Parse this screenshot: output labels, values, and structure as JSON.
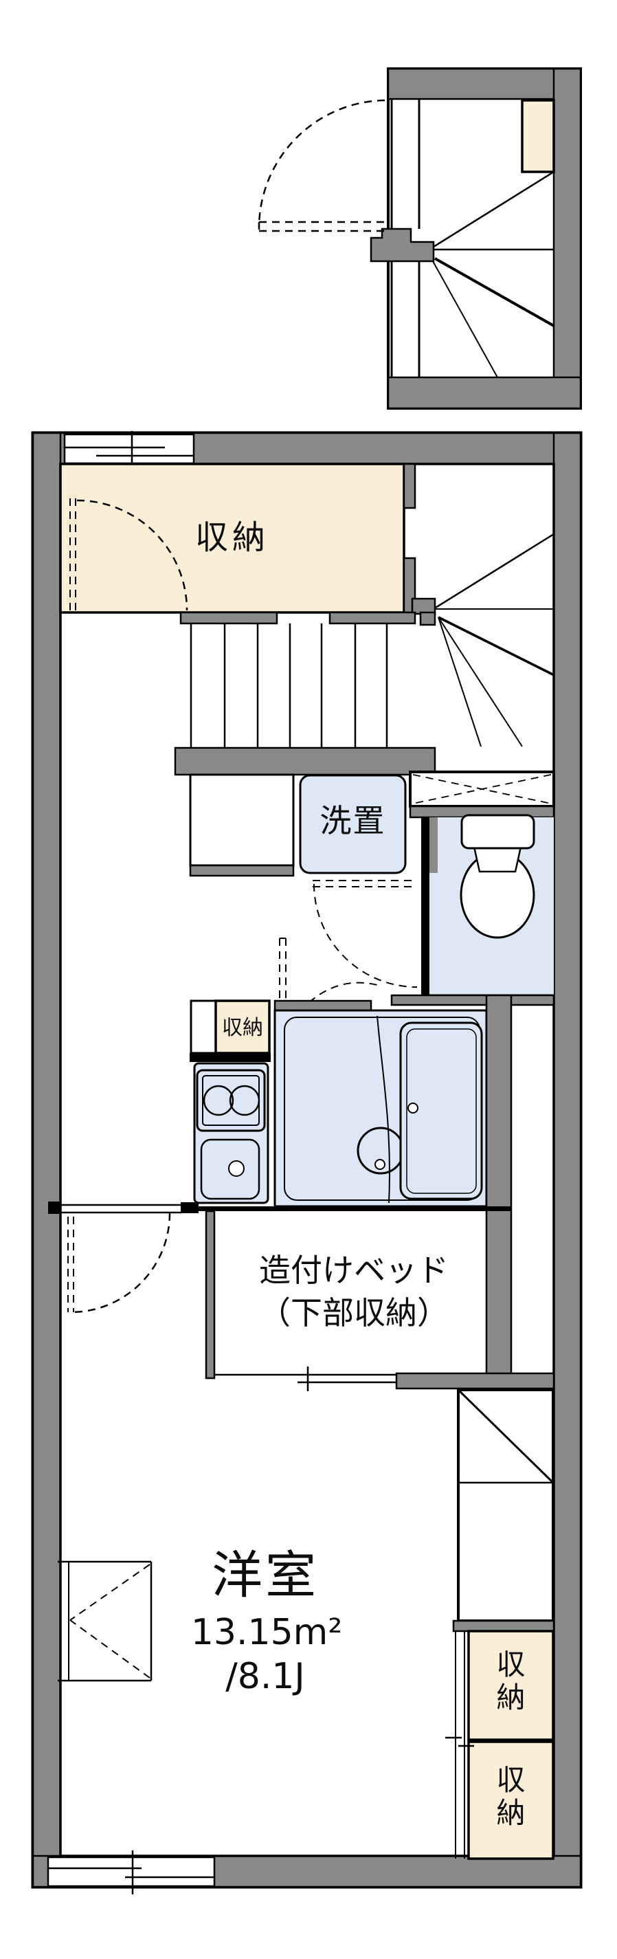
{
  "colors": {
    "wall_gray": "#8a8a8a",
    "storage_cream": "#faeed6",
    "fixture_blue": "#dde7f5",
    "line_black": "#000000",
    "background": "#ffffff"
  },
  "rooms": {
    "upper_storage": {
      "label": "収納"
    },
    "laundry_space": {
      "label": "洗置"
    },
    "kitchen_storage": {
      "label": "収納"
    },
    "built_in_bed": {
      "label_line1": "造付けベッド",
      "label_line2": "（下部収納）"
    },
    "western_room": {
      "label": "洋室",
      "area_sqm": "13.15m²",
      "area_tatami": "/8.1J"
    },
    "closet_lower_1": {
      "char1": "収",
      "char2": "納"
    },
    "closet_lower_2": {
      "char1": "収",
      "char2": "納"
    }
  }
}
